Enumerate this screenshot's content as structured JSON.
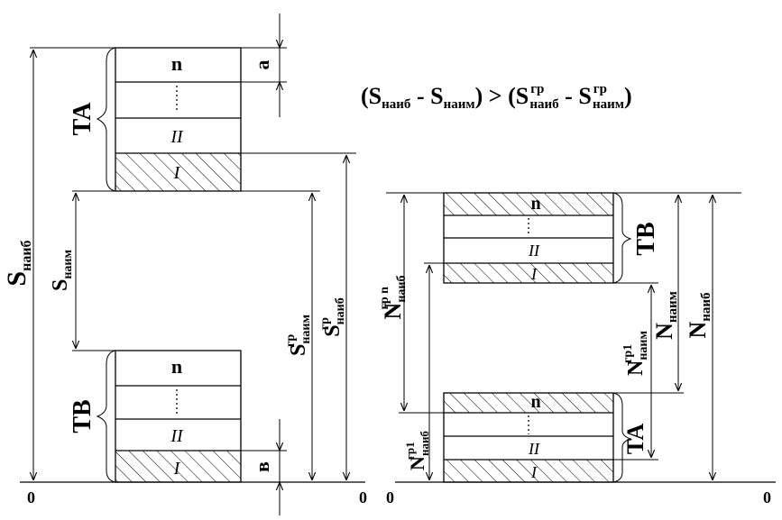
{
  "formula": {
    "open1": "(",
    "s_main": "S",
    "sub_max": "наиб",
    "minus": " - ",
    "sub_min": "наим",
    "gt": ") > (",
    "sup_gr": "гр",
    "close": ")"
  },
  "labels": {
    "zero": "0",
    "n": "n",
    "a": "a",
    "b": "в",
    "ta": "TA",
    "tb": "TB",
    "roman1": "I",
    "roman2": "II",
    "s_letter": "S",
    "n_letter": "N",
    "naib": "наиб",
    "naim": "наим",
    "gr": "гр",
    "gr1": "гр1",
    "grn": "гр n"
  }
}
